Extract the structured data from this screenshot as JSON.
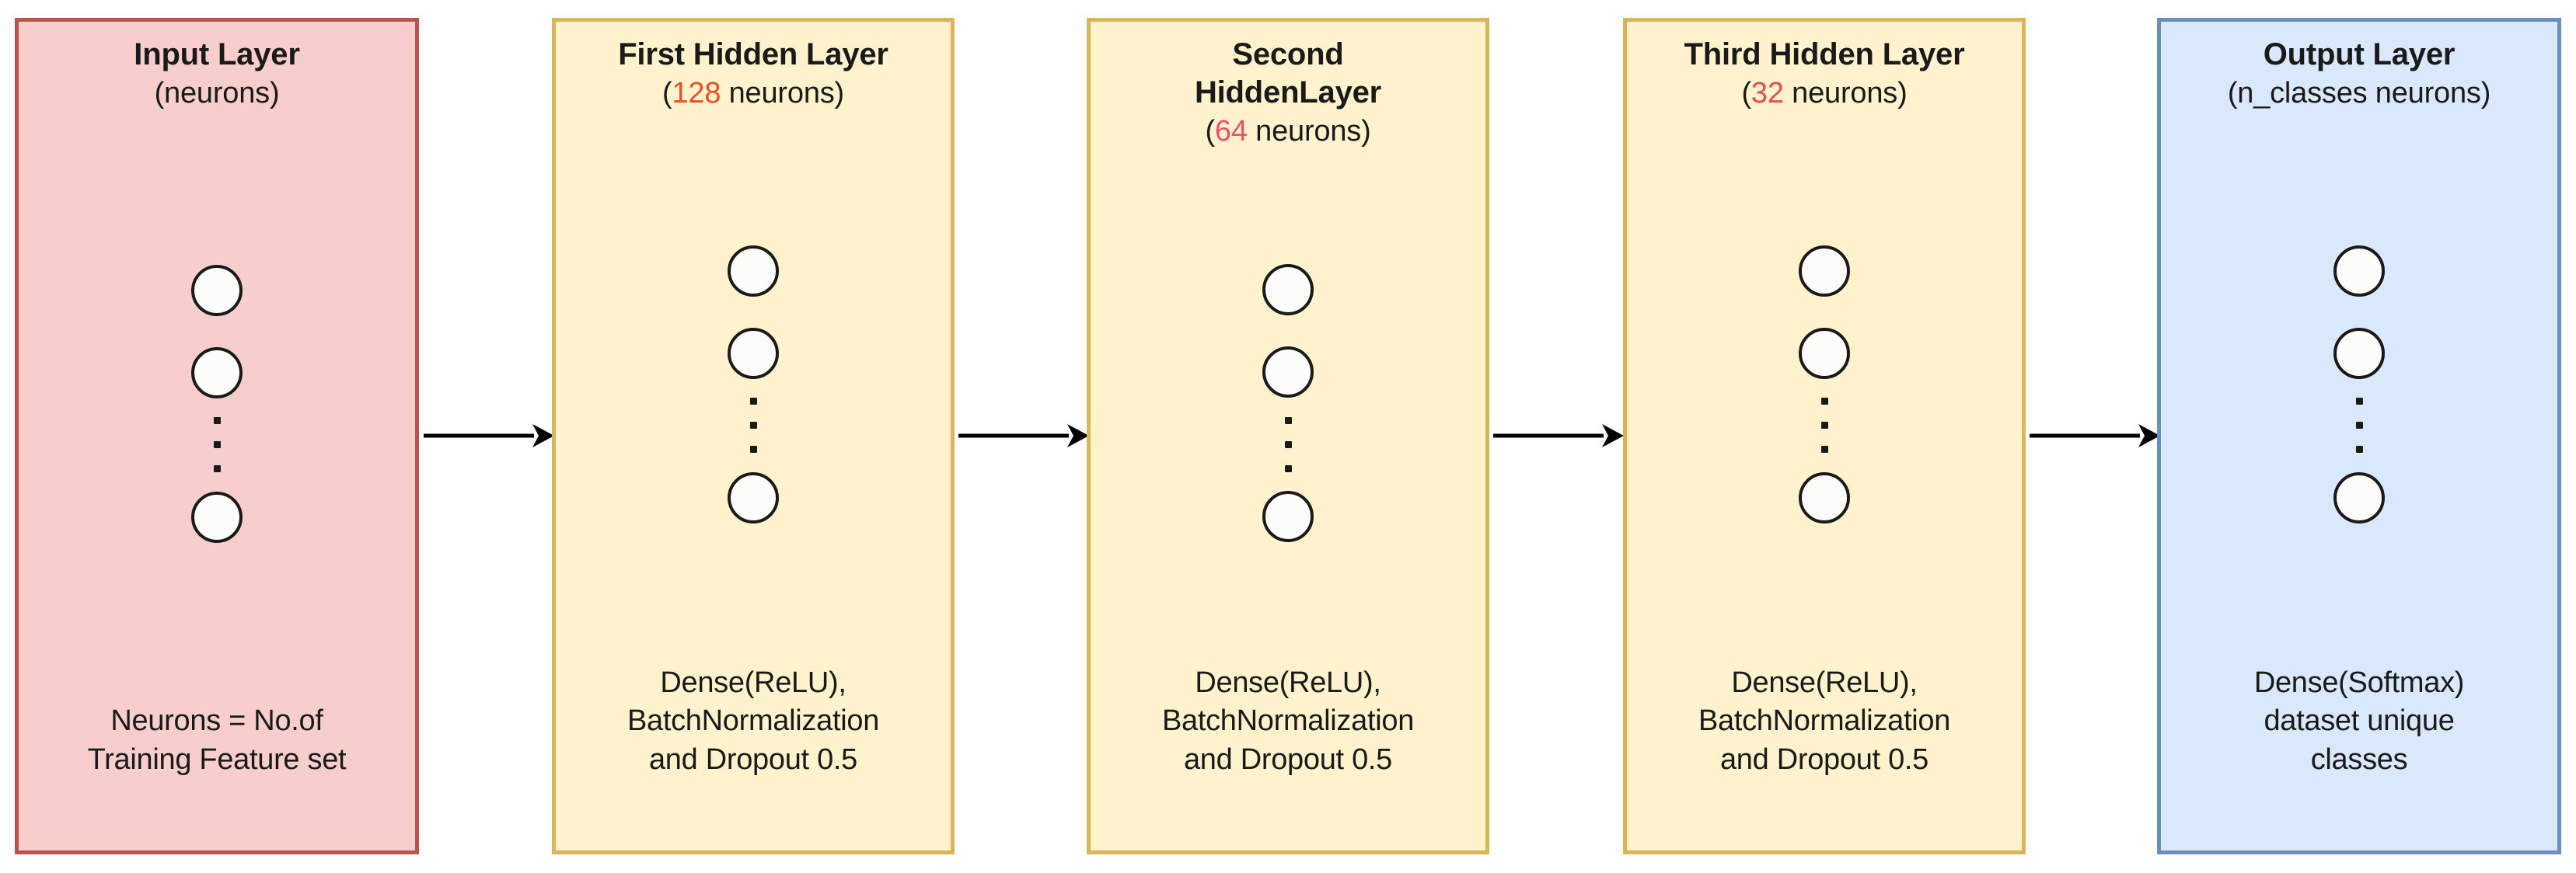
{
  "diagram": {
    "type": "neural-network-architecture",
    "background": "#ffffff",
    "palette": {
      "input_fill": "#f8cecc",
      "input_border": "#b85450",
      "hidden_fill": "#fff2cc",
      "hidden_border": "#d6b656",
      "output_fill": "#dae8fc",
      "output_border": "#6c8ebf",
      "neuron_fill": "#fcfcfa",
      "neuron_stroke": "#1a1a1a",
      "accent_red": "#e8502a",
      "text": "#1a1a1a"
    },
    "layers": [
      {
        "id": "input-layer",
        "title": "Input Layer",
        "subtitle_prefix": "(",
        "count": "",
        "subtitle_suffix": "neurons)",
        "subtitle_full": "(neurons)",
        "footer_lines": [
          "Neurons = No.of",
          "Training Feature set"
        ],
        "neuron_count_shown": 3,
        "ellipsis_dots": 3
      },
      {
        "id": "first-hidden-layer",
        "title": "First Hidden Layer",
        "subtitle_prefix": "(",
        "count": "128",
        "subtitle_suffix": " neurons)",
        "subtitle_full": "(128 neurons)",
        "footer_lines": [
          "Dense(ReLU),",
          "BatchNormalization",
          "and Dropout 0.5"
        ],
        "neuron_count_shown": 3,
        "ellipsis_dots": 3
      },
      {
        "id": "second-hidden-layer",
        "title_line1": "Second",
        "title_line2": "HiddenLayer",
        "title": "Second HiddenLayer",
        "subtitle_prefix": "(",
        "count": "64",
        "subtitle_suffix": " neurons)",
        "subtitle_full": "(64 neurons)",
        "footer_lines": [
          "Dense(ReLU),",
          "BatchNormalization",
          "and Dropout 0.5"
        ],
        "neuron_count_shown": 3,
        "ellipsis_dots": 3
      },
      {
        "id": "third-hidden-layer",
        "title": "Third Hidden Layer",
        "subtitle_prefix": "(",
        "count": "32",
        "subtitle_suffix": " neurons)",
        "subtitle_full": "(32 neurons)",
        "footer_lines": [
          "Dense(ReLU),",
          "BatchNormalization",
          "and Dropout 0.5"
        ],
        "neuron_count_shown": 3,
        "ellipsis_dots": 3
      },
      {
        "id": "output-layer",
        "title": "Output Layer",
        "subtitle_prefix": "(",
        "count": "",
        "subtitle_suffix": "n_classes neurons)",
        "subtitle_full": "(n_classes neurons)",
        "footer_lines": [
          "Dense(Softmax)",
          "dataset unique",
          "classes"
        ],
        "neuron_count_shown": 3,
        "ellipsis_dots": 3
      }
    ],
    "arrows": [
      {
        "id": "arrow-input-to-h1",
        "from": "input-layer",
        "to": "first-hidden-layer"
      },
      {
        "id": "arrow-h1-to-h2",
        "from": "first-hidden-layer",
        "to": "second-hidden-layer"
      },
      {
        "id": "arrow-h2-to-h3",
        "from": "second-hidden-layer",
        "to": "third-hidden-layer"
      },
      {
        "id": "arrow-h3-to-output",
        "from": "third-hidden-layer",
        "to": "output-layer"
      }
    ]
  }
}
